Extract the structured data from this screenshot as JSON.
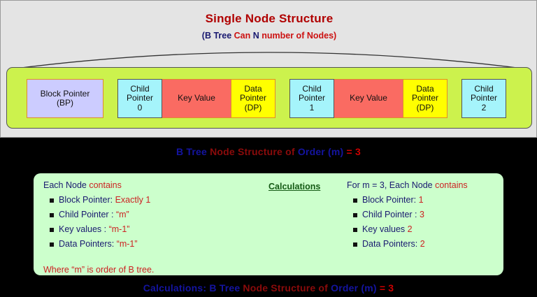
{
  "header": {
    "title": "Single Node Structure",
    "subtitle_parts": [
      {
        "text": "(B Tree ",
        "color": "blue"
      },
      {
        "text": "Can ",
        "color": "red"
      },
      {
        "text": "N ",
        "color": "blue"
      },
      {
        "text": "number of Nodes)",
        "color": "red"
      }
    ],
    "subtitle_plain": "(B Tree Can N number of Nodes)"
  },
  "node_structure": {
    "cells": [
      {
        "id": "block-pointer",
        "label": "Block Pointer\n(BP)",
        "type": "block",
        "color": "#ccccff"
      },
      {
        "id": "child-pointer-0",
        "label": "Child\nPointer\n0",
        "type": "child",
        "color": "#a5f4fb"
      },
      {
        "id": "key-value-1",
        "label": "Key Value",
        "type": "key",
        "color": "#fa6b62"
      },
      {
        "id": "data-pointer-1",
        "label": "Data\nPointer\n(DP)",
        "type": "data",
        "color": "#ffff00"
      },
      {
        "id": "child-pointer-1",
        "label": "Child\nPointer\n1",
        "type": "child",
        "color": "#a5f4fb"
      },
      {
        "id": "key-value-2",
        "label": "Key Value",
        "type": "key",
        "color": "#fa6b62"
      },
      {
        "id": "data-pointer-2",
        "label": "Data\nPointer\n(DP)",
        "type": "data",
        "color": "#ffff00"
      },
      {
        "id": "child-pointer-2",
        "label": "Child\nPointer\n2",
        "type": "child",
        "color": "#a5f4fb"
      }
    ],
    "container_color": "#ccf24d"
  },
  "caption_top": {
    "parts": [
      {
        "text": "B Tree ",
        "color": "blue"
      },
      {
        "text": "Node Structure of ",
        "color": "darkred"
      },
      {
        "text": "Order (m) ",
        "color": "blue"
      },
      {
        "text": "= 3",
        "color": "red"
      }
    ],
    "plain": "B Tree Node Structure of Order (m) = 3"
  },
  "calculations": {
    "heading": "Calculations",
    "left": {
      "head_blue": "Each Node ",
      "head_accent": "contains",
      "items": [
        {
          "label": "Block Pointer: ",
          "value": " Exactly 1"
        },
        {
          "label": "Child Pointer : ",
          "value": "“m”"
        },
        {
          "label": "Key values : ",
          "value": " “m-1”"
        },
        {
          "label": "Data Pointers: ",
          "value": " “m-1”"
        }
      ],
      "footnote": "Where “m” is order of B tree."
    },
    "right": {
      "head_blue": "For m = 3, Each Node ",
      "head_accent": "contains",
      "items": [
        {
          "label": "Block Pointer:  ",
          "value": " 1"
        },
        {
          "label": "Child Pointer : ",
          "value": "3"
        },
        {
          "label": "Key values ",
          "value": " 2"
        },
        {
          "label": "Data Pointers: ",
          "value": " 2"
        }
      ]
    }
  },
  "caption_bottom": {
    "parts": [
      {
        "text": "Calculations: ",
        "color": "blue"
      },
      {
        "text": "B Tree ",
        "color": "blue"
      },
      {
        "text": "Node Structure of ",
        "color": "darkred"
      },
      {
        "text": "Order (m) ",
        "color": "blue"
      },
      {
        "text": "= 3",
        "color": "red"
      }
    ],
    "plain": "Calculations: B Tree Node Structure of Order (m) = 3"
  }
}
